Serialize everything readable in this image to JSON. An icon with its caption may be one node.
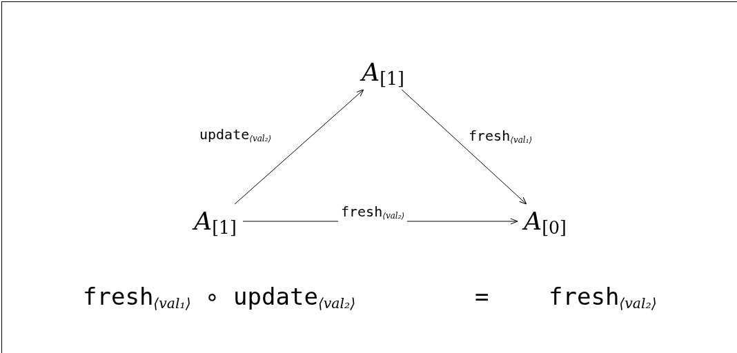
{
  "diagram": {
    "nodes": [
      {
        "text": [
          "*A*$_{[1]}$"
        ]
      },
      {
        "text": [
          "*A*$_{[1]}$"
        ]
      },
      {
        "text": [
          "*A*$_{[0]}$"
        ]
      }
    ],
    "edges": [
      {
        "from": 1,
        "to": 0,
        "arrow": "to",
        "label": "update$_{⟨val₂⟩}$"
      },
      {
        "from": 0,
        "to": 2,
        "arrow": "to",
        "label": "fresh$_{⟨val₁⟩}$"
      },
      {
        "from": 1,
        "to": 2,
        "arrow": "to",
        "label": "fresh$_{⟨val₂⟩}$"
      }
    ],
    "labels": [
      "fresh$_{⟨val₁⟩}$ ∘ update$_{⟨val₂⟩}$",
      "=",
      "fresh$_{⟨val₂⟩}$"
    ]
  }
}
